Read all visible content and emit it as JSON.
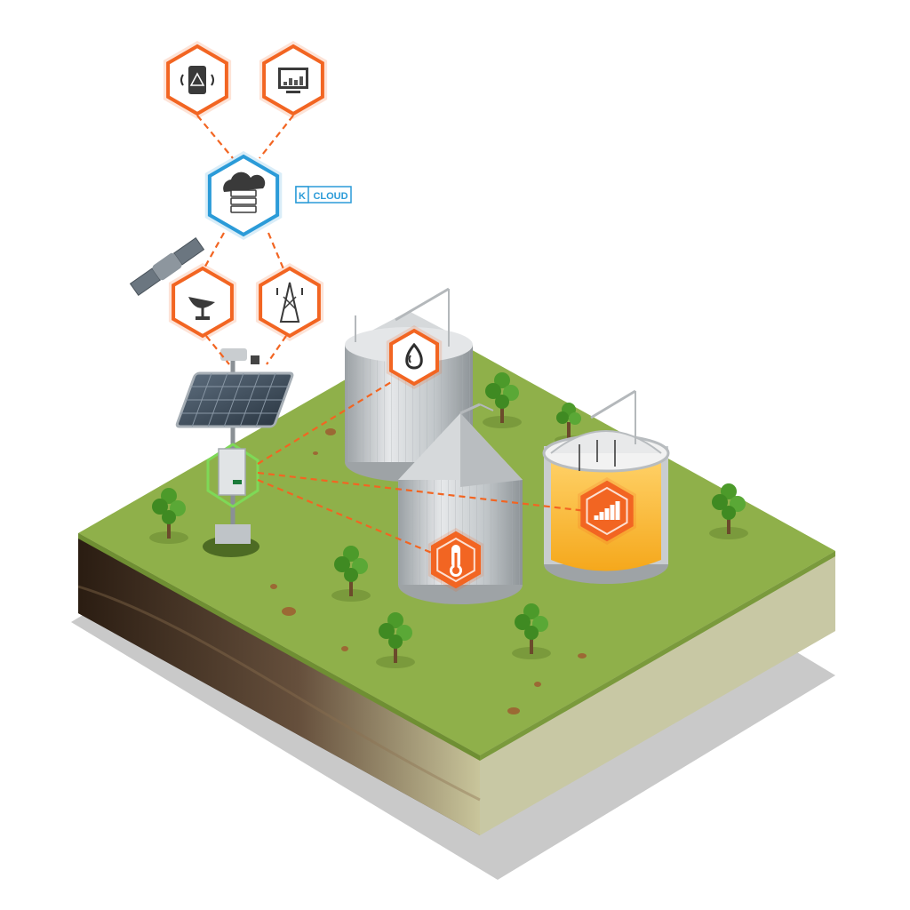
{
  "brand": {
    "badge_letter": "K",
    "badge_word": "CLOUD"
  },
  "colors": {
    "orange": "#f26522",
    "blue": "#2b9bd8",
    "green": "#7ed957",
    "grass": "#8fb04a",
    "grain": "#f7b733",
    "metal": "#c9cdd0"
  },
  "nodes": [
    {
      "id": "mobile-alert",
      "icon": "mobile-alert-icon"
    },
    {
      "id": "monitor-dashboard",
      "icon": "monitor-chart-icon"
    },
    {
      "id": "kcloud-server",
      "icon": "cloud-server-icon"
    },
    {
      "id": "satellite-dish",
      "icon": "satellite-dish-icon"
    },
    {
      "id": "cell-tower",
      "icon": "cell-tower-icon"
    },
    {
      "id": "moisture-sensor",
      "icon": "water-drop-icon"
    },
    {
      "id": "temperature-sensor",
      "icon": "thermometer-icon"
    },
    {
      "id": "level-sensor",
      "icon": "signal-bars-icon"
    },
    {
      "id": "controller-unit",
      "icon": "controller-box-icon"
    }
  ]
}
